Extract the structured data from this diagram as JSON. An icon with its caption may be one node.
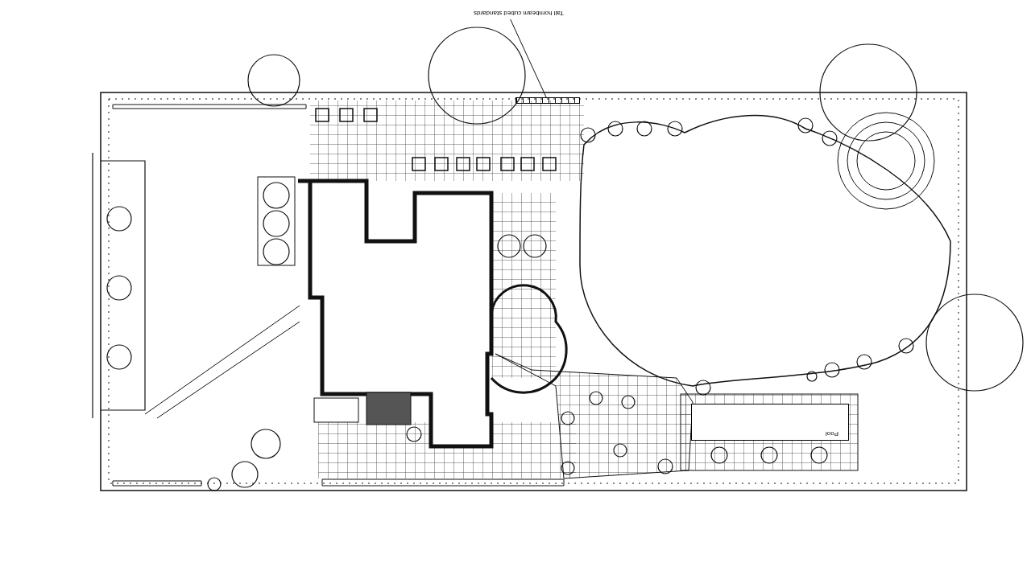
{
  "diagram": {
    "nodes": [
      {
        "text": [
          "Pool"
        ]
      },
      {
        "text": [
          "Tall hornbeam cubed standards"
        ]
      },
      {
        "text": [],
        "shape": "bar"
      }
    ],
    "edges": [
      {
        "from": 1,
        "to": 2,
        "arrow": "none"
      }
    ]
  }
}
